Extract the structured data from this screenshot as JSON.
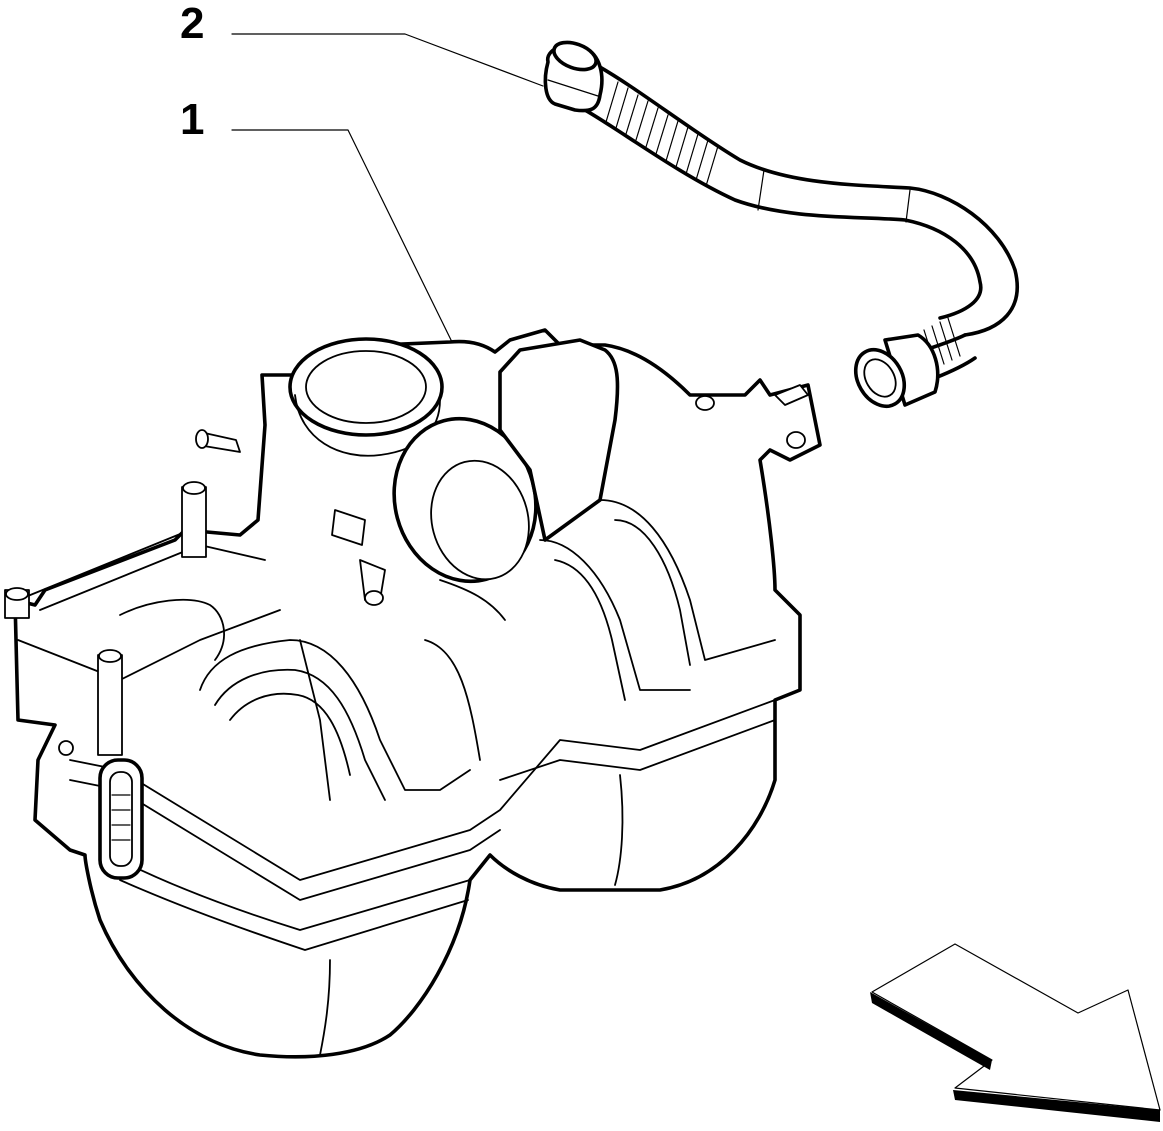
{
  "callouts": [
    {
      "label": "2",
      "part": "breather-hose"
    },
    {
      "label": "1",
      "part": "intake-manifold-assembly"
    }
  ],
  "colors": {
    "line": "#000000",
    "background": "#ffffff"
  },
  "icons": {
    "orientation": "direction-arrow-icon"
  }
}
